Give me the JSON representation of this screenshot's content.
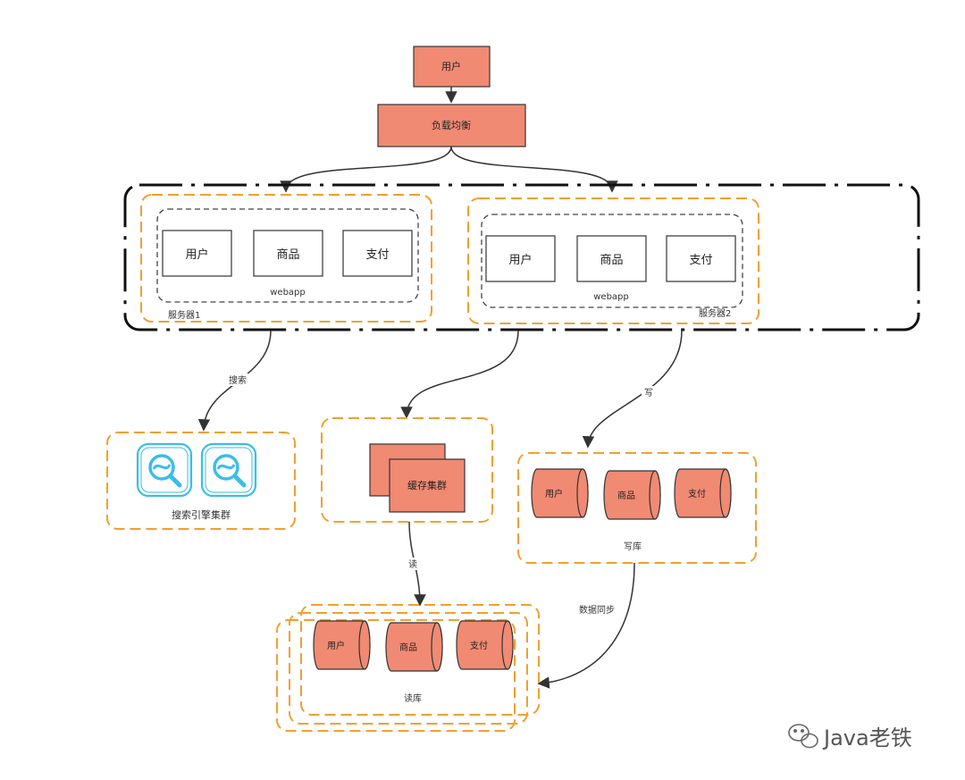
{
  "nodes": {
    "user_top": "用户",
    "load_balancer": "负载均衡",
    "server1": {
      "modules": [
        "用户",
        "商品",
        "支付"
      ],
      "webapp_label": "webapp",
      "server_label": "服务器1"
    },
    "server2": {
      "modules": [
        "用户",
        "商品",
        "支付"
      ],
      "webapp_label": "webapp",
      "server_label": "服务器2"
    },
    "search_cluster": "搜索引擎集群",
    "cache_cluster": "缓存集群",
    "write_db": {
      "tables": [
        "用户",
        "商品",
        "支付"
      ],
      "label": "写库"
    },
    "read_db": {
      "tables": [
        "用户",
        "商品",
        "支付"
      ],
      "label": "读库"
    }
  },
  "edges": {
    "search": "搜索",
    "write": "写",
    "read": "读",
    "sync": "数据同步"
  },
  "watermark": "Java老铁",
  "colors": {
    "salmon": "#f08a73",
    "orange_dash": "#f0a030",
    "search_icon": "#3bbde6"
  }
}
